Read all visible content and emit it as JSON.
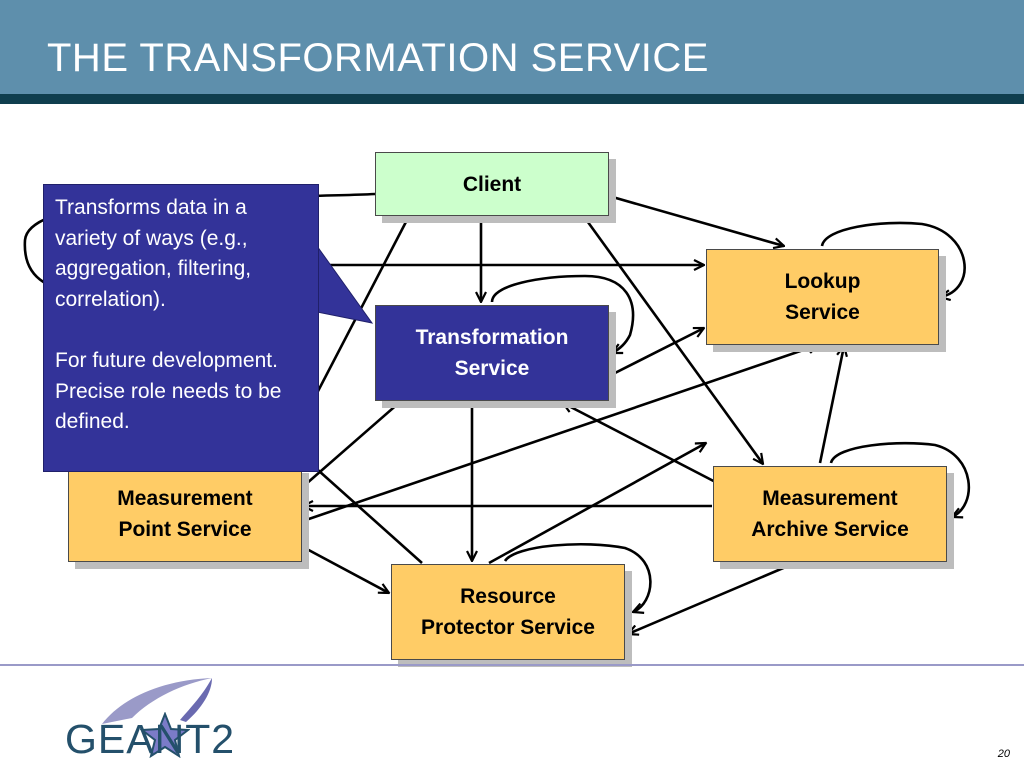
{
  "slide": {
    "title": "THE TRANSFORMATION SERVICE",
    "page_number": "20"
  },
  "boxes": {
    "client": "Client",
    "lookup": "Lookup\nService",
    "transformation": "Transformation\nService",
    "measurement_point": "Measurement\nPoint Service",
    "measurement_archive": "Measurement\nArchive Service",
    "resource_protector": "Resource\nProtector Service"
  },
  "callout": {
    "paragraph_1": "Transforms data in a variety of ways (e.g., aggregation, filtering, correlation).",
    "paragraph_2": "For future development.  Precise role needs to be defined."
  },
  "logo": {
    "text": "GEANT2"
  },
  "colors": {
    "title_bar": "#5e8fac",
    "title_strip": "#0f3e4e",
    "service_box": "#ffcc66",
    "client_box": "#ccffcc",
    "transformation_box": "#333399",
    "callout": "#333399",
    "logo_text": "#24506b",
    "logo_star": "#7b7bc8"
  }
}
